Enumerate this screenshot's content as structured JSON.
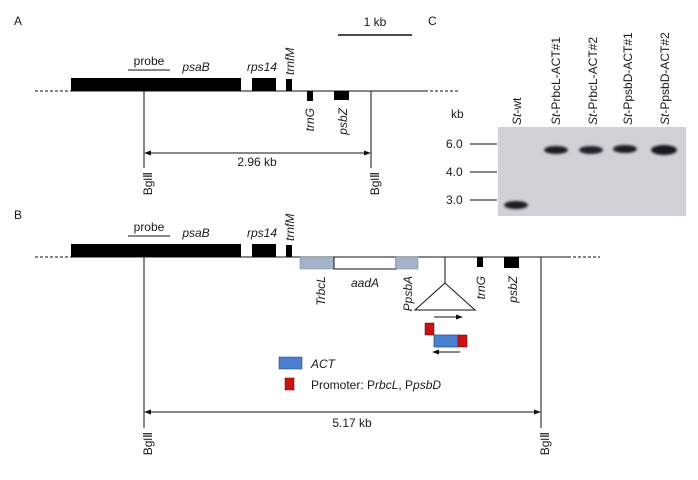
{
  "panels": {
    "a": "A",
    "b": "B",
    "c": "C"
  },
  "scale_bar": "1 kb",
  "genes": {
    "probe": "probe",
    "psaB": "psaB",
    "rps14": "rps14",
    "trnfM": "trnfM",
    "trnG": "trnG",
    "psbZ": "psbZ",
    "TrbcL": "TrbcL",
    "aadA": "aadA",
    "PpsbA": "PpsbA"
  },
  "restriction_site": "BglⅡ",
  "fragments": {
    "wt": "2.96 kb",
    "transformed": "5.17 kb"
  },
  "legend": {
    "act": "ACT",
    "promoter_prefix": "Promoter: P",
    "promoter_rbcl": "rbcL",
    "promoter_sep": ", P",
    "promoter_psbd": "psbD",
    "act_color": "#4a7fd0",
    "promoter_color": "#cc1111"
  },
  "blot": {
    "kb_label": "kb",
    "markers": [
      "6.0",
      "4.0",
      "3.0"
    ],
    "lanes": [
      {
        "prefix": "St",
        "suffix": "-wt"
      },
      {
        "prefix": "St",
        "suffix": "-PrbcL-ACT#1"
      },
      {
        "prefix": "St",
        "suffix": "-PrbcL-ACT#2"
      },
      {
        "prefix": "St",
        "suffix": "-PpsbD-ACT#1"
      },
      {
        "prefix": "St",
        "suffix": "-PpsbD-ACT#2"
      }
    ]
  }
}
